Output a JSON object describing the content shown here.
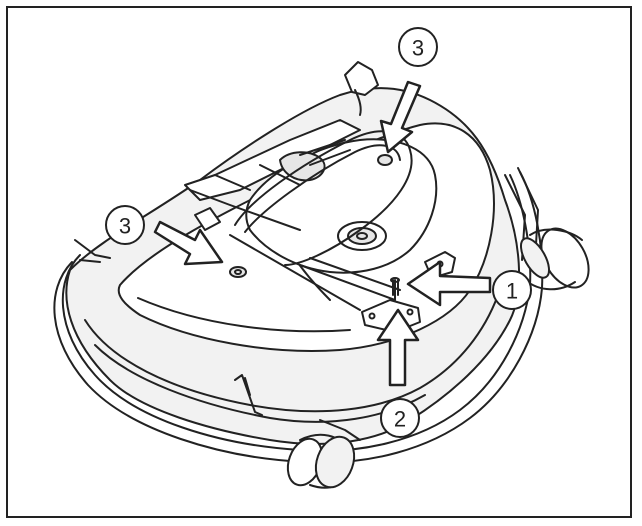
{
  "callouts": [
    {
      "id": "callout-1",
      "label": "1"
    },
    {
      "id": "callout-2",
      "label": "2"
    },
    {
      "id": "callout-3a",
      "label": "3"
    },
    {
      "id": "callout-3b",
      "label": "3"
    }
  ],
  "colors": {
    "line": "#222222",
    "fill_light": "#f2f2f2",
    "fill_mid": "#e6e6e6",
    "arrow_fill": "#ffffff"
  }
}
